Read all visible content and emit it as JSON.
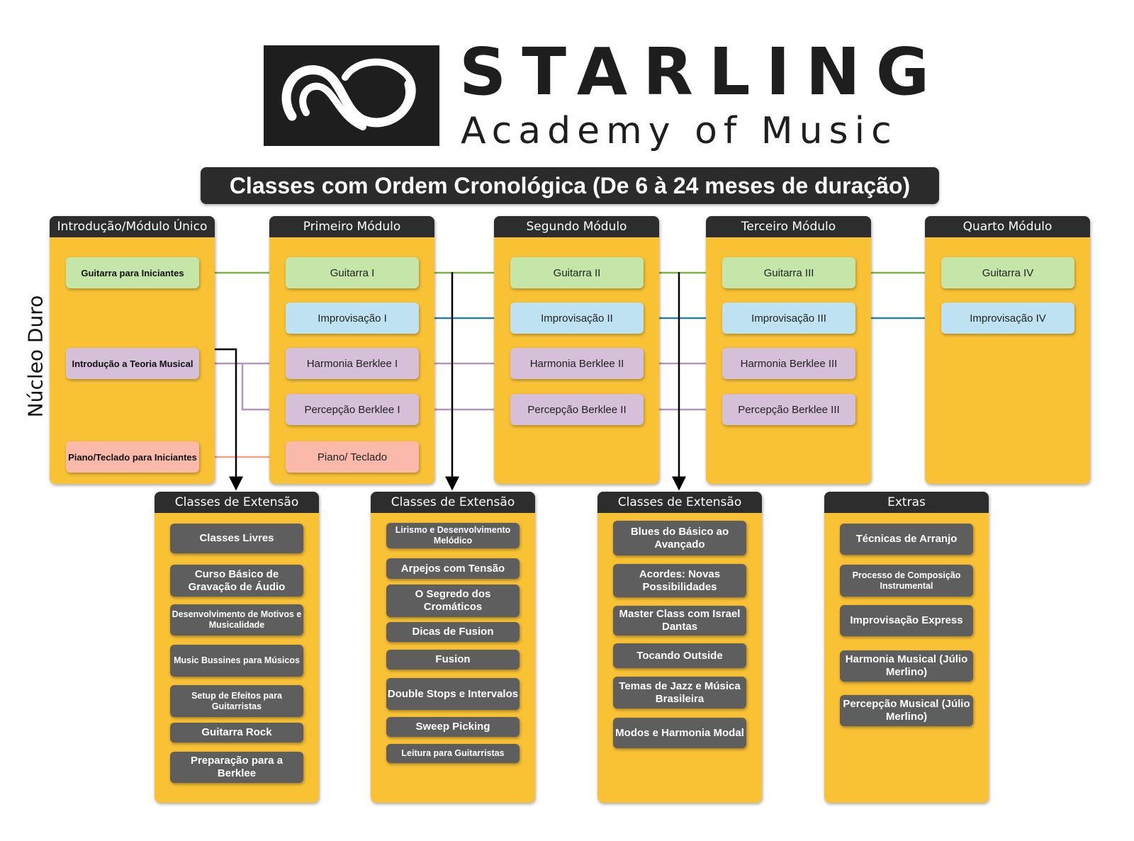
{
  "logo": {
    "brand": "STARLING",
    "subtitle": "Academy of Music"
  },
  "title": "Classes com Ordem Cronológica (De 6 à 24 meses de duração)",
  "side_label": "Núcleo Duro",
  "colors": {
    "guitar": "#c5e5a9",
    "improv": "#bfe2f3",
    "theory": "#d5bfd9",
    "piano": "#fbb9ac",
    "panel": "#f9c235",
    "header": "#2d2d2d",
    "ext_item": "#5e5e5e",
    "green_arrow": "#7cb342",
    "blue_arrow": "#2a7fa8",
    "purple_arrow": "#b595bb",
    "salmon_arrow": "#f4a08a"
  },
  "modules": [
    {
      "header": "Introdução/Módulo Único",
      "courses": [
        "Guitarra para Iniciantes",
        "Introdução a Teoria Musical",
        "Piano/Teclado para Iniciantes"
      ]
    },
    {
      "header": "Primeiro Módulo",
      "courses": [
        "Guitarra I",
        "Improvisação I",
        "Harmonia Berklee I",
        "Percepção Berklee I",
        "Piano/ Teclado"
      ]
    },
    {
      "header": "Segundo Módulo",
      "courses": [
        "Guitarra II",
        "Improvisação II",
        "Harmonia Berklee II",
        "Percepção Berklee II"
      ]
    },
    {
      "header": "Terceiro Módulo",
      "courses": [
        "Guitarra III",
        "Improvisação III",
        "Harmonia Berklee III",
        "Percepção Berklee III"
      ]
    },
    {
      "header": "Quarto Módulo",
      "courses": [
        "Guitarra IV",
        "Improvisação IV"
      ]
    }
  ],
  "extensions": [
    {
      "header": "Classes de Extensão",
      "items": [
        "Classes Livres",
        "Curso Básico de Gravação de Áudio",
        "Desenvolvimento de Motivos e Musicalidade",
        "Music Bussines para Músicos",
        "Setup de Efeitos para Guitarristas",
        "Guitarra Rock",
        "Preparação para a Berklee"
      ]
    },
    {
      "header": "Classes de Extensão",
      "items": [
        "Lirismo e Desenvolvimento Melódico",
        "Arpejos com Tensão",
        "O Segredo dos Cromáticos",
        "Dicas de Fusion",
        "Fusion",
        "Double Stops e Intervalos",
        "Sweep Picking",
        "Leitura para Guitarristas"
      ]
    },
    {
      "header": "Classes de Extensão",
      "items": [
        "Blues do Básico ao Avançado",
        "Acordes: Novas Possibilidades",
        "Master Class com Israel Dantas",
        "Tocando Outside",
        "Temas de Jazz e Música Brasileira",
        "Modos e Harmonia Modal"
      ]
    },
    {
      "header": "Extras",
      "items": [
        "Técnicas de Arranjo",
        "Processo de Composição Instrumental",
        "Improvisação Express",
        "Harmonia Musical (Júlio Merlino)",
        "Percepção Musical (Júlio Merlino)"
      ]
    }
  ]
}
